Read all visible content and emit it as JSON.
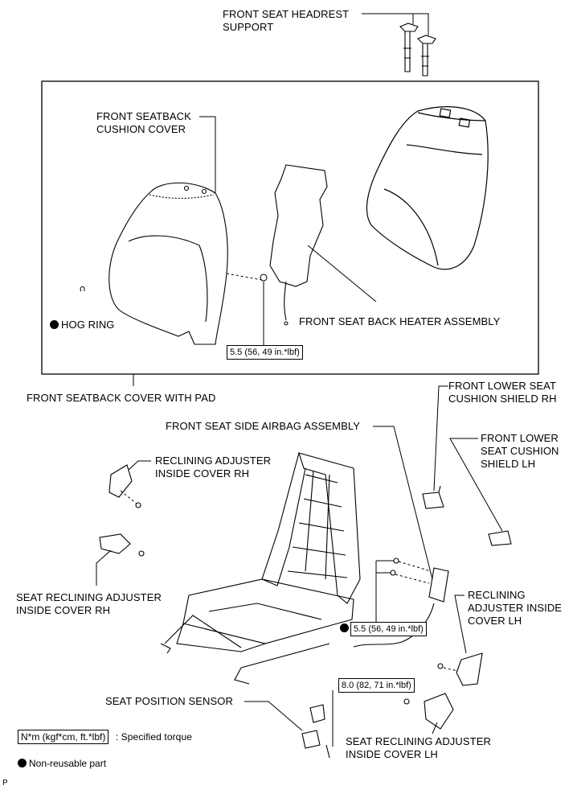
{
  "labels": {
    "headrest_support": "FRONT SEAT HEADREST\nSUPPORT",
    "seatback_cushion_cover": "FRONT SEATBACK\nCUSHION COVER",
    "hog_ring": "HOG RING",
    "heater_assembly": "FRONT SEAT BACK HEATER ASSEMBLY",
    "seatback_cover_with_pad": "FRONT SEATBACK COVER WITH PAD",
    "lower_shield_rh": "FRONT LOWER SEAT\nCUSHION SHIELD RH",
    "lower_shield_lh": "FRONT LOWER\nSEAT CUSHION\nSHIELD LH",
    "side_airbag": "FRONT SEAT SIDE AIRBAG ASSEMBLY",
    "recl_inside_cover_rh": "RECLINING ADJUSTER\nINSIDE COVER RH",
    "seat_recl_inside_cover_rh": "SEAT RECLINING ADJUSTER\nINSIDE COVER RH",
    "recl_inside_cover_lh": "RECLINING\nADJUSTER INSIDE\nCOVER LH",
    "seat_position_sensor": "SEAT POSITION SENSOR",
    "seat_recl_inside_cover_lh": "SEAT RECLINING ADJUSTER\nINSIDE COVER LH"
  },
  "torques": {
    "heater": "5.5 (56, 49 in.*lbf)",
    "airbag": "5.5 (56, 49 in.*lbf)",
    "sensor": "8.0 (82, 71 in.*lbf)"
  },
  "legend": {
    "unit_box": "N*m (kgf*cm, ft.*lbf)",
    "unit_text": ": Specified torque",
    "nonreusable": "Non-reusable part"
  },
  "footer_code": "P"
}
